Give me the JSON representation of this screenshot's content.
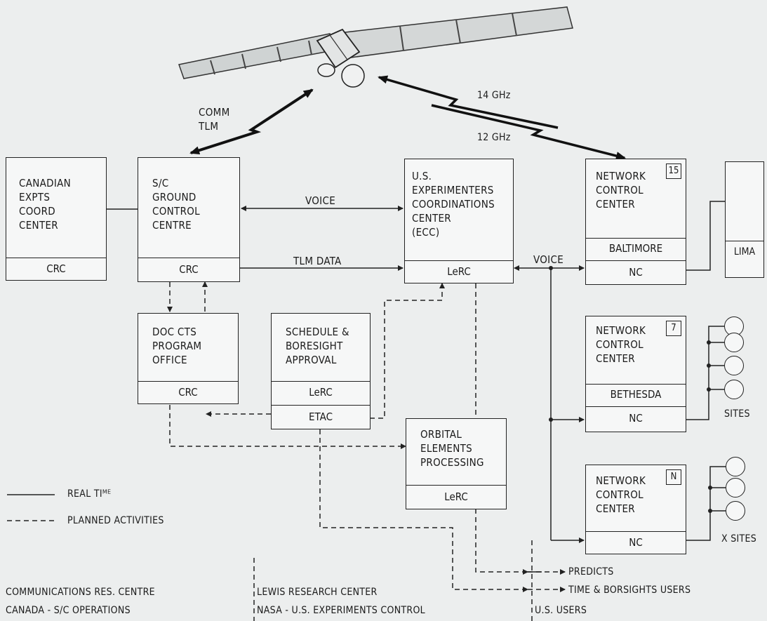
{
  "links": {
    "comm": "COMM\nTLM",
    "f14": "14 GHz",
    "f12": "12 GHz",
    "voice_crc_ecc": "VOICE",
    "tlm_data": "TLM DATA",
    "voice_net": "VOICE"
  },
  "boxes": {
    "canadian": {
      "title": "CANADIAN\nEXPTS\nCOORD\nCENTER",
      "org": "CRC"
    },
    "sc_ground": {
      "title": "S/C\nGROUND\nCONTROL\nCENTRE",
      "org": "CRC"
    },
    "ecc": {
      "title": "U.S.\nEXPERIMENTERS\nCOORDINATIONS\nCENTER\n(ECC)",
      "org": "LeRC"
    },
    "ncc15": {
      "title": "NETWORK\nCONTROL\nCENTER",
      "num": "15",
      "loc": "BALTIMORE",
      "org": "NC"
    },
    "lima": {
      "label": "LIMA"
    },
    "doc": {
      "title": "DOC CTS\nPROGRAM\nOFFICE",
      "org": "CRC"
    },
    "schedule": {
      "title": "SCHEDULE &\nBORESIGHT\nAPPROVAL",
      "org": "LeRC",
      "org2": "ETAC"
    },
    "ncc7": {
      "title": "NETWORK\nCONTROL\nCENTER",
      "num": "7",
      "loc": "BETHESDA",
      "org": "NC"
    },
    "orbital": {
      "title": "ORBITAL\nELEMENTS\nPROCESSING",
      "org": "LeRC"
    },
    "nccn": {
      "title": "NETWORK\nCONTROL\nCENTER",
      "num": "N",
      "org": "NC"
    }
  },
  "sites": {
    "label1": "SITES",
    "label2": "X SITES"
  },
  "legend": {
    "real_time": "REAL TIᴹᴱ",
    "planned": "PLANNED ACTIVITIES"
  },
  "outputs": {
    "predicts": "PREDICTS",
    "time": "TIME & BORSIGHTS USERS"
  },
  "footer": {
    "crc1": "COMMUNICATIONS RES. CENTRE",
    "crc2": "CANADA - S/C OPERATIONS",
    "lerc1": "LEWIS RESEARCH CENTER",
    "lerc2": "NASA - U.S. EXPERIMENTS CONTROL",
    "us": "U.S. USERS"
  }
}
